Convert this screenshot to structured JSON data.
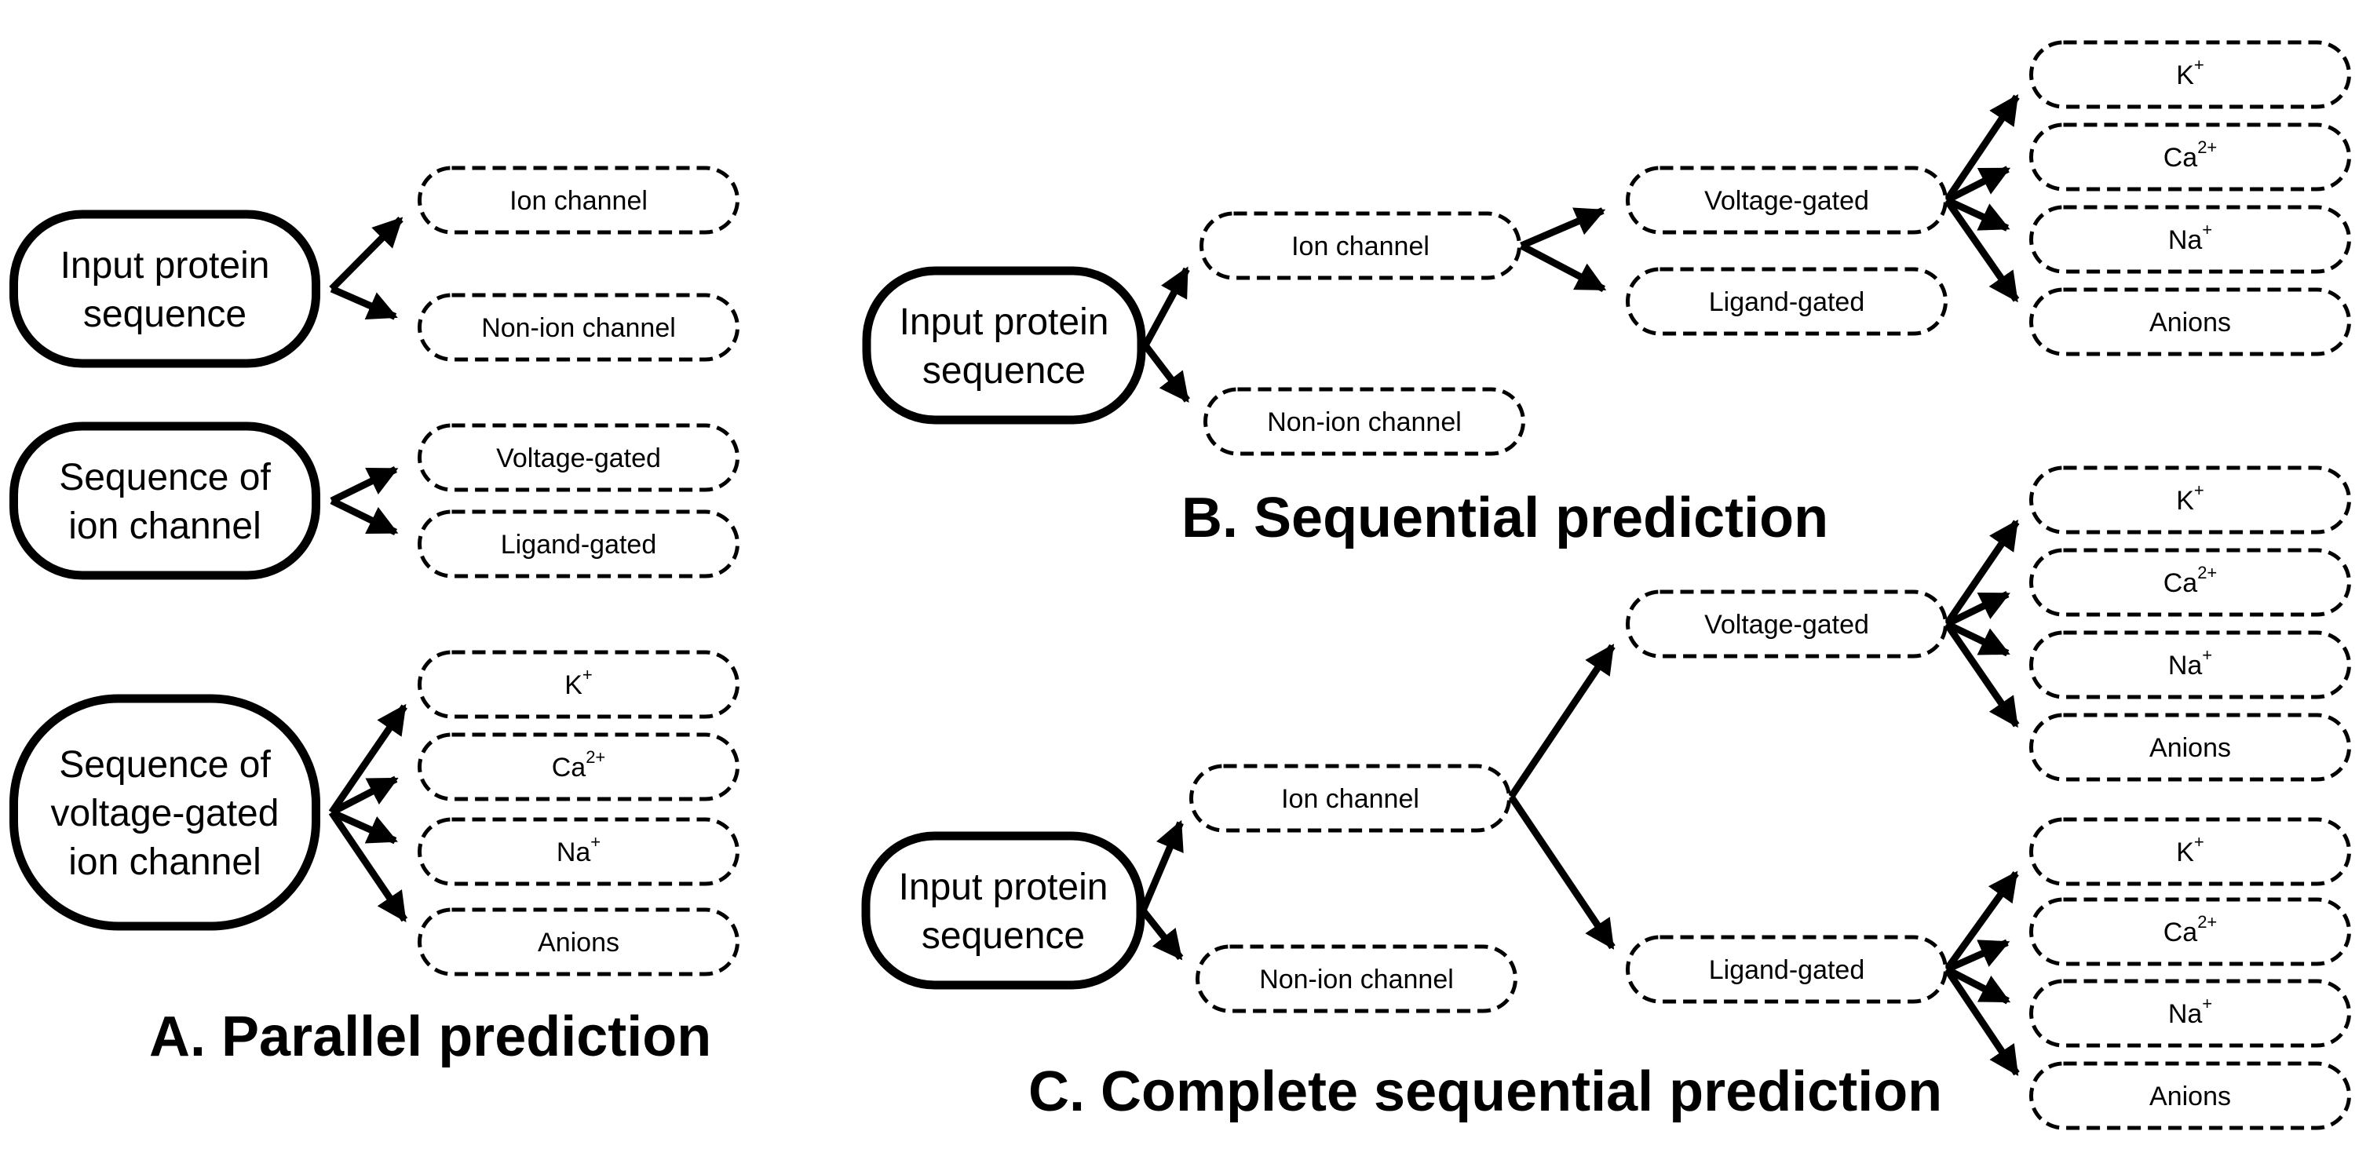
{
  "panel_a": {
    "title": "A. Parallel prediction",
    "groups": [
      {
        "input": [
          "Input protein",
          "sequence"
        ],
        "outputs": [
          {
            "text": "Ion channel",
            "sup": ""
          },
          {
            "text": "Non-ion channel",
            "sup": ""
          }
        ]
      },
      {
        "input": [
          "Sequence of",
          "ion channel"
        ],
        "outputs": [
          {
            "text": "Voltage-gated",
            "sup": ""
          },
          {
            "text": "Ligand-gated",
            "sup": ""
          }
        ]
      },
      {
        "input": [
          "Sequence of",
          "voltage-gated",
          "ion channel"
        ],
        "outputs": [
          {
            "text": "K",
            "sup": "+"
          },
          {
            "text": "Ca",
            "sup": "2+"
          },
          {
            "text": "Na",
            "sup": "+"
          },
          {
            "text": "Anions",
            "sup": ""
          }
        ]
      }
    ]
  },
  "panel_b": {
    "title": "B. Sequential prediction",
    "input": [
      "Input protein",
      "sequence"
    ],
    "level1": [
      {
        "text": "Ion channel",
        "sup": ""
      },
      {
        "text": "Non-ion channel",
        "sup": ""
      }
    ],
    "level2": [
      {
        "text": "Voltage-gated",
        "sup": ""
      },
      {
        "text": "Ligand-gated",
        "sup": ""
      }
    ],
    "level3": [
      {
        "text": "K",
        "sup": "+"
      },
      {
        "text": "Ca",
        "sup": "2+"
      },
      {
        "text": "Na",
        "sup": "+"
      },
      {
        "text": "Anions",
        "sup": ""
      }
    ]
  },
  "panel_c": {
    "title": "C. Complete sequential prediction",
    "input": [
      "Input protein",
      "sequence"
    ],
    "level1": [
      {
        "text": "Ion channel",
        "sup": ""
      },
      {
        "text": "Non-ion channel",
        "sup": ""
      }
    ],
    "level2": [
      {
        "text": "Voltage-gated",
        "sup": ""
      },
      {
        "text": "Ligand-gated",
        "sup": ""
      }
    ],
    "level3_voltage": [
      {
        "text": "K",
        "sup": "+"
      },
      {
        "text": "Ca",
        "sup": "2+"
      },
      {
        "text": "Na",
        "sup": "+"
      },
      {
        "text": "Anions",
        "sup": ""
      }
    ],
    "level3_ligand": [
      {
        "text": "K",
        "sup": "+"
      },
      {
        "text": "Ca",
        "sup": "2+"
      },
      {
        "text": "Na",
        "sup": "+"
      },
      {
        "text": "Anions",
        "sup": ""
      }
    ]
  }
}
